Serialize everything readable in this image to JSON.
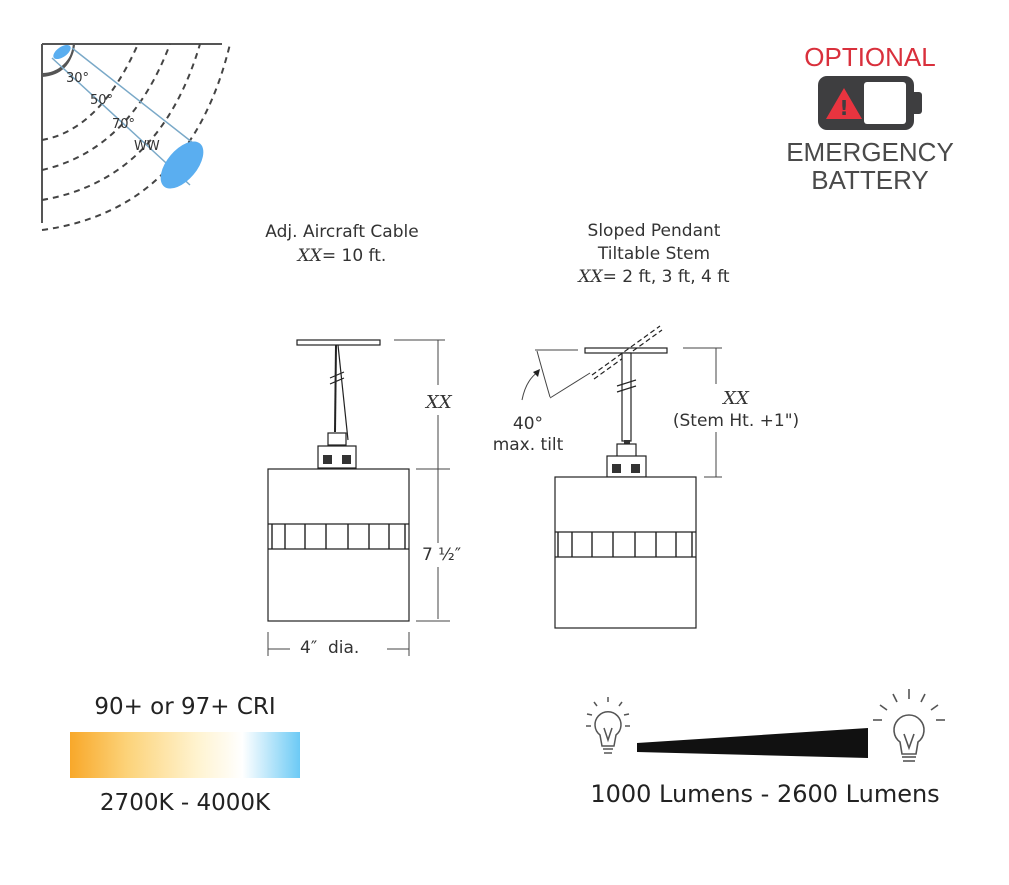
{
  "beam_diagram": {
    "angles": [
      "30°",
      "50°",
      "70°",
      "WW"
    ],
    "beam_color": "#5aaef0"
  },
  "emergency_battery": {
    "optional_label": "OPTIONAL",
    "line1": "EMERGENCY",
    "line2": "BATTERY",
    "warning_symbol": "!",
    "optional_color": "#d9303c",
    "warning_color": "#e8343f",
    "battery_color": "#3e3e40"
  },
  "cable_option": {
    "title": "Adj. Aircraft Cable",
    "dimension_symbol": "XX",
    "dimension_value": "= 10 ft."
  },
  "stem_option": {
    "title_line1": "Sloped Pendant",
    "title_line2": "Tiltable Stem",
    "dimension_symbol": "XX",
    "dimension_value": "= 2 ft, 3 ft, 4 ft"
  },
  "cable_drawing": {
    "height_label": "XX",
    "fixture_height": "7 ½″",
    "diameter": "4″  dia."
  },
  "stem_drawing": {
    "tilt_angle": "40°",
    "tilt_label": "max. tilt",
    "height_label": "XX",
    "height_note": "(Stem Ht. +1\")"
  },
  "color_temp": {
    "cri": "90+ or 97+ CRI",
    "range": "2700K - 4000K",
    "gradient_stops": [
      "#f8a82a",
      "#fcd37a",
      "#fff3cf",
      "#ffffff",
      "#6ccaf5"
    ]
  },
  "lumens": {
    "range": "1000 Lumens - 2600 Lumens"
  }
}
